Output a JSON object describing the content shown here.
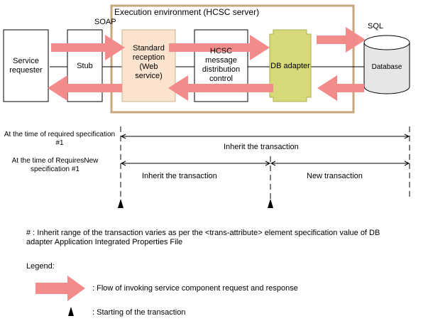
{
  "diagram": {
    "env_title": "Execution environment (HCSC server)",
    "soap_label": "SOAP",
    "sql_label": "SQL",
    "boxes": {
      "service_requester": [
        "Service",
        "requester"
      ],
      "stub": "Stub",
      "standard_reception": [
        "Standard",
        "reception",
        "(Web",
        "service)"
      ],
      "hcsc_control": [
        "HCSC",
        "message",
        "distribution",
        "control"
      ],
      "db_adapter": "DB adapter",
      "database": "Database"
    },
    "colors": {
      "env_border": "#c8a57a",
      "arrow_fill": "#f48b8b",
      "reception_fill": "#fbe3cf",
      "reception_border": "#c9b08e",
      "db_adapter_fill": "#d7d97a",
      "db_adapter_border": "#aeb04c"
    }
  },
  "timeline": {
    "required_label": [
      "At the time of required specification",
      "#1"
    ],
    "requiresnew_label": [
      "At the time of RequiresNew",
      "specification #1"
    ],
    "inherit_full": "Inherit the transaction",
    "inherit_part": "Inherit the transaction",
    "new_transaction": "New transaction"
  },
  "note": {
    "line1": "# : Inherit range of the transaction varies as per the <trans-attribute> element specification value of DB",
    "line2": "adapter Application Integrated Properties File"
  },
  "legend": {
    "title": "Legend:",
    "flow_text": ": Flow of invoking service component request and response",
    "start_text": ": Starting of the transaction"
  }
}
